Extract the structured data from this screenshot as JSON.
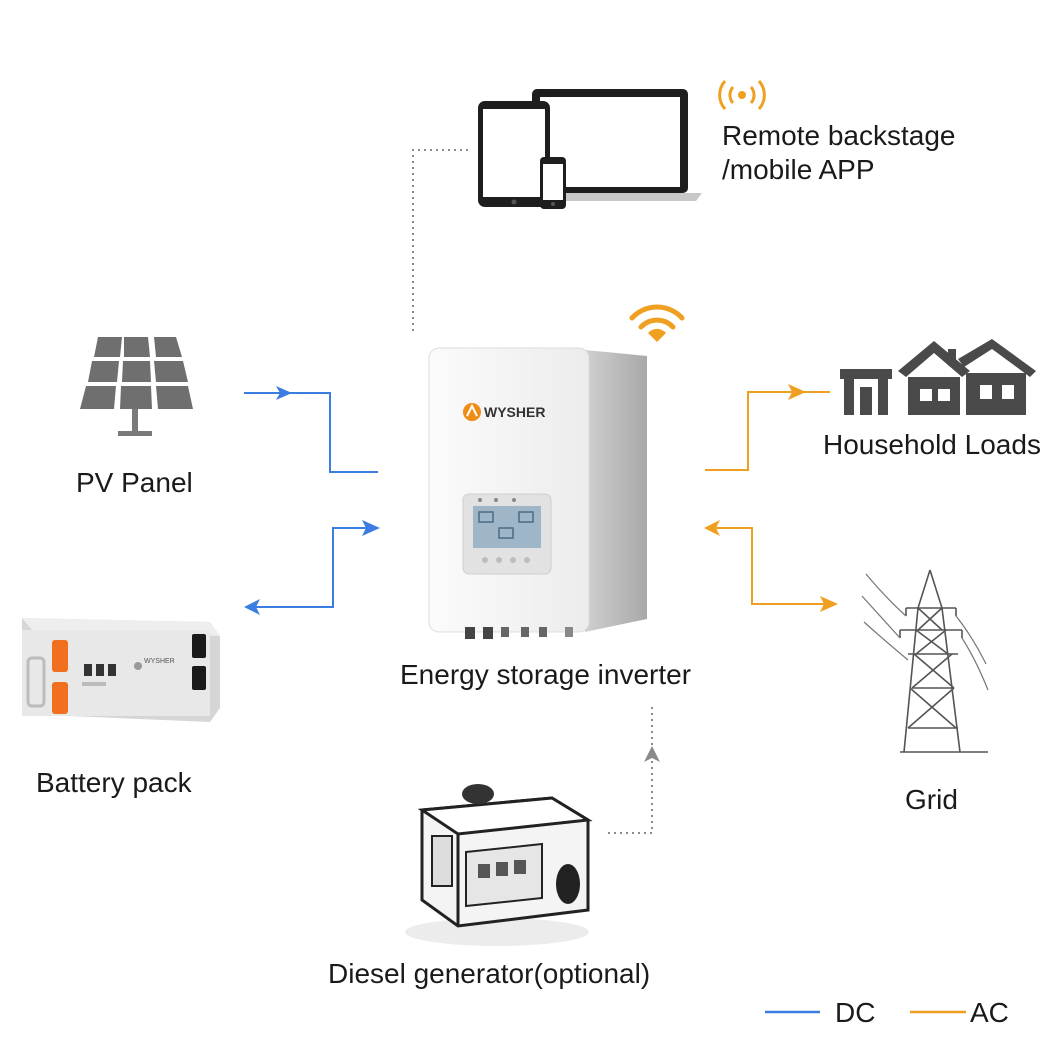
{
  "labels": {
    "remote_line1": "Remote backstage",
    "remote_line2": "/mobile APP",
    "pv_panel": "PV Panel",
    "battery_pack": "Battery pack",
    "inverter": "Energy storage inverter",
    "household_loads": "Household Loads",
    "grid": "Grid",
    "generator": "Diesel generator(optional)"
  },
  "brand": {
    "inverter_logo": "WYSHER",
    "battery_logo": "WYSHER"
  },
  "legend": {
    "dc": "DC",
    "ac": "AC"
  },
  "colors": {
    "dc": "#3b7de0",
    "ac": "#f0a020",
    "dotted": "#8a8a8a",
    "device_gray": "#6b6b6b"
  },
  "icons": {
    "remote": "signal-broadcast-icon",
    "wifi": "wifi-icon",
    "house": "house-icon",
    "tower": "power-tower-icon",
    "solar": "solar-panel-icon"
  }
}
